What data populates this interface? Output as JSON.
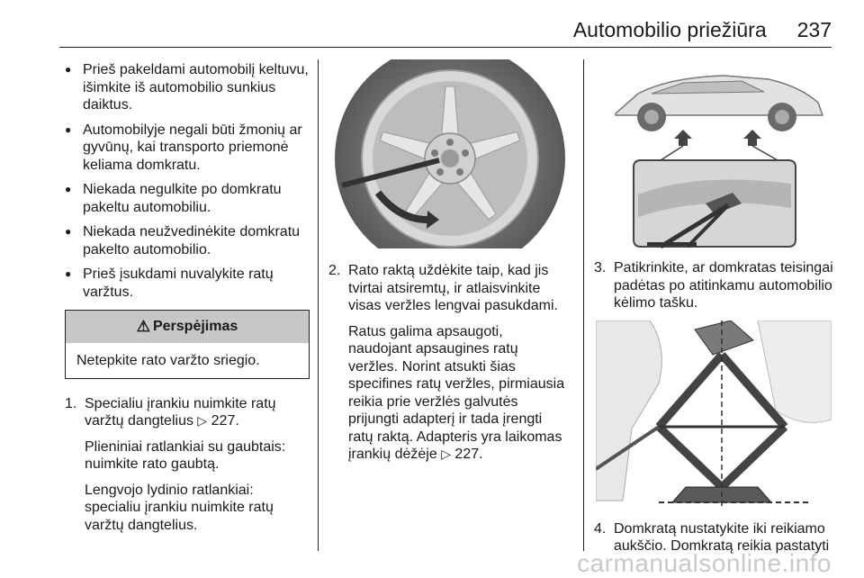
{
  "header": {
    "title": "Automobilio priežiūra",
    "page_number": "237"
  },
  "col1": {
    "bullets": [
      "Prieš pakeldami automobilį keltuvu, išimkite iš automobilio sunkius daiktus.",
      "Automobilyje negali būti žmonių ar gyvūnų, kai transporto priemonė keliama domkratu.",
      "Niekada negulkite po domkratu pakeltu automobiliu.",
      "Niekada neužvedinėkite domkratu pakelto automobilio.",
      "Prieš įsukdami nuvalykite ratų varžtus."
    ],
    "warning": {
      "icon": "warning-triangle-icon",
      "title": "Perspėjimas",
      "body": "Netepkite rato varžto sriegio."
    },
    "step1": {
      "number": "1.",
      "text": "Specialiu įrankiu nuimkite ratų varžtų dangtelius",
      "ref": "227.",
      "para2": "Plieniniai ratlankiai su gaubtais: nuimkite rato gaubtą.",
      "para3": "Lengvojo lydinio ratlankiai: specialiu įrankiu nuimkite ratų varžtų dangtelius."
    }
  },
  "col2": {
    "step2": {
      "number": "2.",
      "text": "Rato raktą uždėkite taip, kad jis tvirtai atsiremtų, ir atlaisvinkite visas veržles lengvai pasukdami.",
      "para2": "Ratus galima apsaugoti, naudojant apsaugines ratų veržles. Norint atsukti šias specifines ratų veržles, pirmiausia reikia prie veržlės galvutės prijungti adapterį ir tada įrengti ratų raktą. Adapteris yra laikomas įrankių dėžėje",
      "ref": "227."
    }
  },
  "col3": {
    "step3": {
      "number": "3.",
      "text": "Patikrinkite, ar domkratas teisingai padėtas po atitinkamu automobilio kėlimo tašku."
    },
    "step4": {
      "number": "4.",
      "text": "Domkratą nustatykite iki reikiamo aukščio. Domkratą reikia pastatyti"
    }
  },
  "ref_icon": "cross-reference-arrow-icon",
  "watermark": "carmanualsonline.info"
}
